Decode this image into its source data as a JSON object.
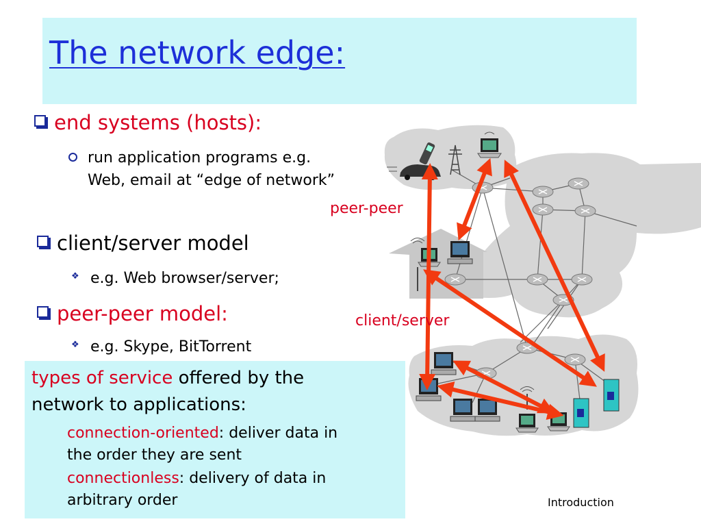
{
  "slide": {
    "title": "The network edge:",
    "footer": "Introduction"
  },
  "bullets": [
    {
      "text": "end systems (hosts):",
      "color": "#d8001f",
      "sub": [
        "run application programs e.g. Web, email at “edge of network”"
      ]
    },
    {
      "text": "client/server model",
      "color": "#000000",
      "sub": [
        "e.g. Web browser/server;"
      ]
    },
    {
      "text": "peer-peer model:",
      "color": "#d8001f",
      "sub": [
        "e.g. Skype,  BitTorrent"
      ]
    }
  ],
  "service_box": {
    "line1_red": "types of service",
    "line1_rest": " offered by the",
    "line2": "network to applications:",
    "items": [
      {
        "term": "connection-oriented",
        "desc": ": deliver data in",
        "cont": "the order they are sent"
      },
      {
        "term": "connectionless",
        "desc": ": delivery of data in",
        "cont": "arbitrary order"
      }
    ]
  },
  "diagram": {
    "labels": {
      "peer": "peer-peer",
      "client_server": "client/server"
    },
    "colors": {
      "arrow": "#f23a10",
      "cloud": "#d6d6d6",
      "router": "#bdbdbd",
      "server": "#2ec4c4"
    }
  }
}
